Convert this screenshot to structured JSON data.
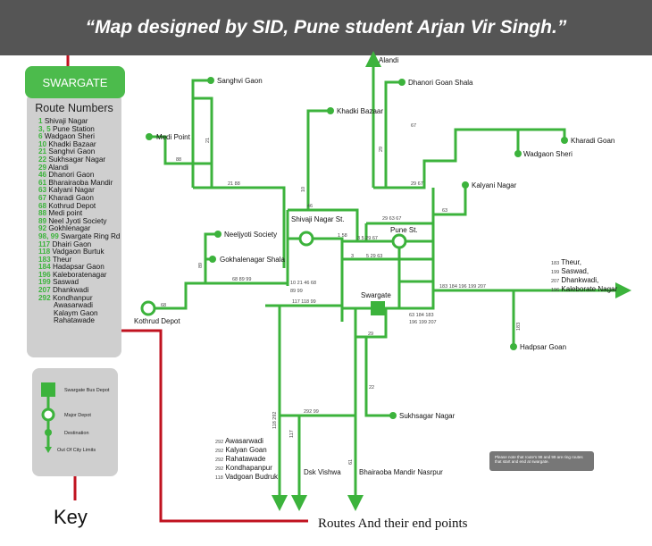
{
  "header": {
    "title": "“Map designed by SID, Pune student Arjan Vir Singh.”"
  },
  "legend": {
    "station": "SWARGATE",
    "route_title": "Route Numbers",
    "routes": [
      {
        "num": "1",
        "name": "Shivaji Nagar"
      },
      {
        "num": "3, 5",
        "name": "Pune Station"
      },
      {
        "num": "6",
        "name": "Wadgaon Sheri"
      },
      {
        "num": "10",
        "name": "Khadki Bazaar"
      },
      {
        "num": "21",
        "name": "Sanghvi Gaon"
      },
      {
        "num": "22",
        "name": "Sukhsagar Nagar"
      },
      {
        "num": "29",
        "name": "Alandi"
      },
      {
        "num": "46",
        "name": "Dhanori Gaon"
      },
      {
        "num": "61",
        "name": "Bharairaoba Mandir"
      },
      {
        "num": "63",
        "name": "Kalyani  Nagar"
      },
      {
        "num": "67",
        "name": "Kharadi Gaon"
      },
      {
        "num": "68",
        "name": "Kothrud Depot"
      },
      {
        "num": "88",
        "name": "Medi point"
      },
      {
        "num": "89",
        "name": "Neel Jyoti Society"
      },
      {
        "num": "92",
        "name": "Gokhlenagar"
      },
      {
        "num": "98, 99",
        "name": "Swargate Ring Rd"
      },
      {
        "num": "117",
        "name": "Dhairi Gaon"
      },
      {
        "num": "118",
        "name": "Vadgaon Burtuk"
      },
      {
        "num": "183",
        "name": "Theur"
      },
      {
        "num": "184",
        "name": "Hadapsar Gaon"
      },
      {
        "num": "196",
        "name": "Kaleboratenagar"
      },
      {
        "num": "199",
        "name": "Saswad"
      },
      {
        "num": "207",
        "name": "Dhankwadi"
      },
      {
        "num": "292",
        "name": "Kondhanpur"
      },
      {
        "num": "",
        "name": "Awasarwadi"
      },
      {
        "num": "",
        "name": "Kalaym Gaon"
      },
      {
        "num": "",
        "name": "Rahatawade"
      }
    ]
  },
  "key": {
    "title": "Key",
    "items": [
      "Swargate Bus Depot",
      "Major Depot",
      "Destination",
      "Out Of City Limits"
    ]
  },
  "routes_caption": "Routes And their end points",
  "note": "Please note that route's 98 and 99 are ring routes that start and end at swargate.",
  "map": {
    "stops": {
      "alandi": "Alandi",
      "dhanori": "Dhanori Goan Shala",
      "sanghvi": "Sanghvi Gaon",
      "khadki": "Khadki Bazaar",
      "medi": "Medi Point",
      "kharadi": "Kharadi Goan",
      "wadgaon": "Wadgaon Sheri",
      "kalyani": "Kalyani Nagar",
      "shivaji": "Shivaji Nagar St.",
      "pune": "Pune St.",
      "neeljyoti": "Neeljyoti Society",
      "gokhale": "Gokhalenagar Shala",
      "kothrud": "Kothrud Depot",
      "swargate": "Swargate",
      "sukhsagar": "Sukhsagar Nagar",
      "hadpsar": "Hadpsar Goan",
      "kaleborate": "Kaleborate Nagar",
      "dsk": "Dsk Vishwa",
      "bhairaoba": "Bhairaoba Mandir Nasrpur"
    },
    "east_ends": [
      {
        "num": "183",
        "name": "Theur,"
      },
      {
        "num": "199",
        "name": "Saswad,"
      },
      {
        "num": "207",
        "name": "Dhankwadi,"
      },
      {
        "num": "196",
        "name": "Kaleborate Nagar"
      }
    ],
    "south_ends": [
      {
        "num": "292",
        "name": "Awasarwadi"
      },
      {
        "num": "292",
        "name": "Kalyan Goan"
      },
      {
        "num": "292",
        "name": "Rahatawade"
      },
      {
        "num": "292",
        "name": "Kondhapanpur"
      },
      {
        "num": "118",
        "name": "Vadgoan Budruk"
      }
    ],
    "segments": {
      "s1": "21 88",
      "s2": "46",
      "s3": "29 63 67",
      "s4": "1 58",
      "s5": "3 5 29 67",
      "s6": "3",
      "s7": "5 29 63",
      "s8": "10 21 46 68",
      "s9": "89 99",
      "s10": "68 89 99",
      "s11": "68",
      "s12": "117 118 99",
      "s13": "63 184 183",
      "s14": "196 199 207",
      "s15": "183 184 196 199 207",
      "s16": "29",
      "s17": "22",
      "s18": "292 99",
      "s19": "117",
      "s20": "118 292",
      "s21": "61",
      "s22": "67",
      "s23": "29 67",
      "s24": "63",
      "s25": "21",
      "s26": "88",
      "s27": "89",
      "s28": "10",
      "s29": "29",
      "s30": "183"
    }
  },
  "colors": {
    "route": "#3cb33c",
    "accent": "#c0121f"
  }
}
